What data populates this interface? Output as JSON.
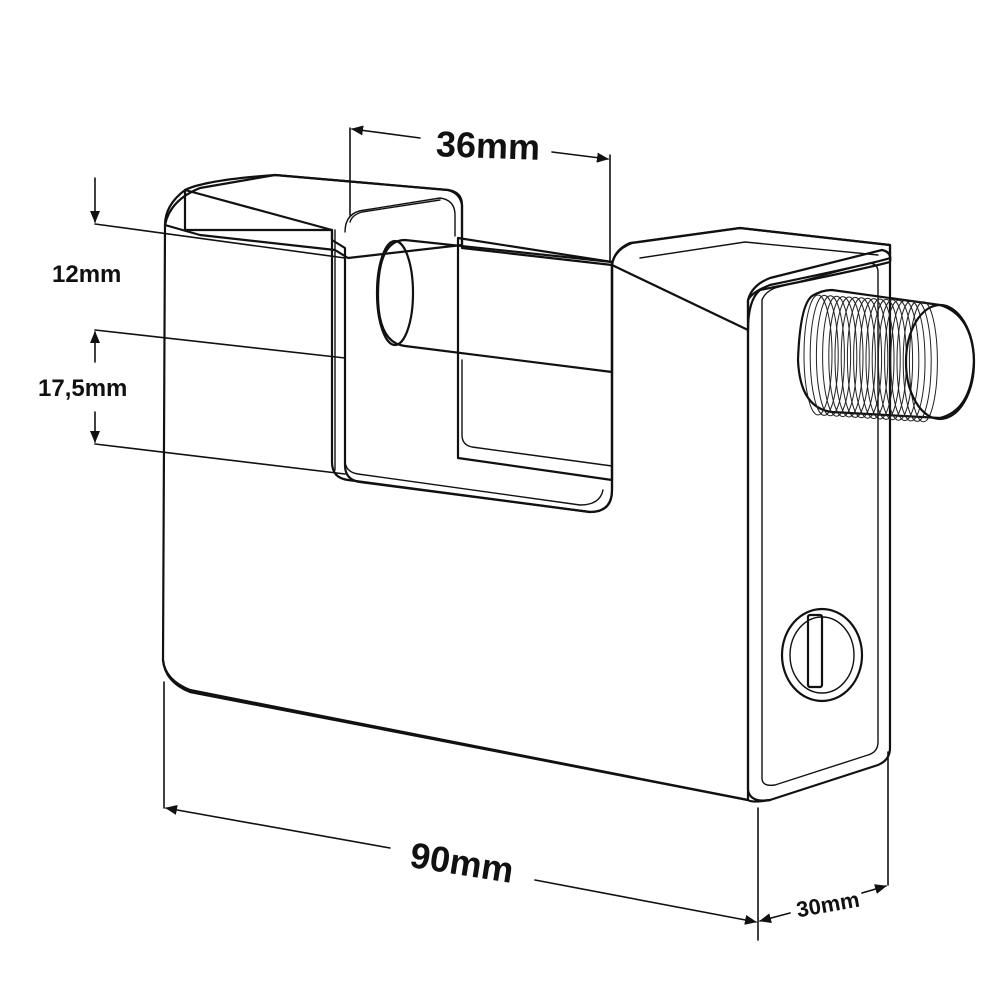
{
  "dimensions": {
    "shackle_width": "36mm",
    "shackle_diameter": "12mm",
    "clearance_height": "17,5mm",
    "body_width": "90mm",
    "body_depth": "30mm"
  },
  "colors": {
    "body_fill": "#e8e8e8",
    "side_fill": "#dedede",
    "shackle_fill": "#eaeaea",
    "thread_fill": "#d8d8d8",
    "line": "#111111"
  }
}
